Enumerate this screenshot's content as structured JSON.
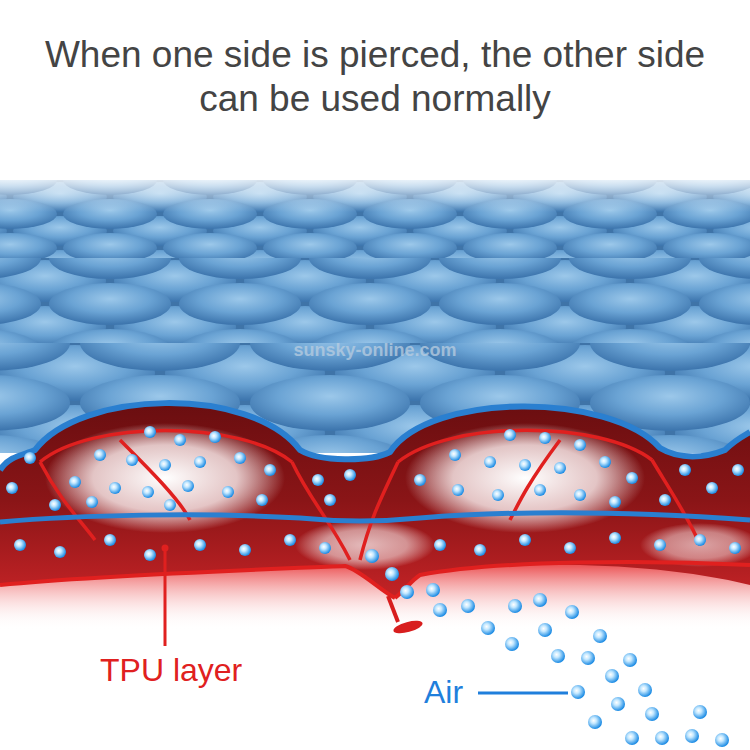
{
  "diagram": {
    "title": "When one side is pierced, the other side can be used normally",
    "labels": [
      "sunsky-online.com",
      "TPU layer",
      "Air"
    ]
  }
}
